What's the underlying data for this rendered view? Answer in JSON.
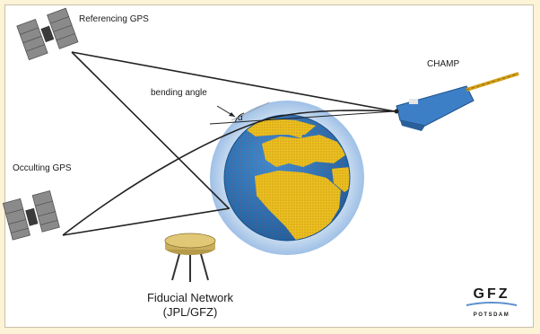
{
  "labels": {
    "referencing_gps": "Referencing GPS",
    "occulting_gps": "Occulting GPS",
    "champ": "CHAMP",
    "bending_angle": "bending angle",
    "alpha": "α",
    "fiducial_line1": "Fiducial Network",
    "fiducial_line2": "(JPL/GFZ)"
  },
  "logo": {
    "main": "GFZ",
    "sub": "POTSDAM"
  },
  "colors": {
    "background": "#fdf3d6",
    "ocean": "#1f6fb4",
    "land": "#e8c21e",
    "atmosphere": "#a9c9ea",
    "satellite_body": "#3d7fc7",
    "signal_lines": "#222222"
  }
}
